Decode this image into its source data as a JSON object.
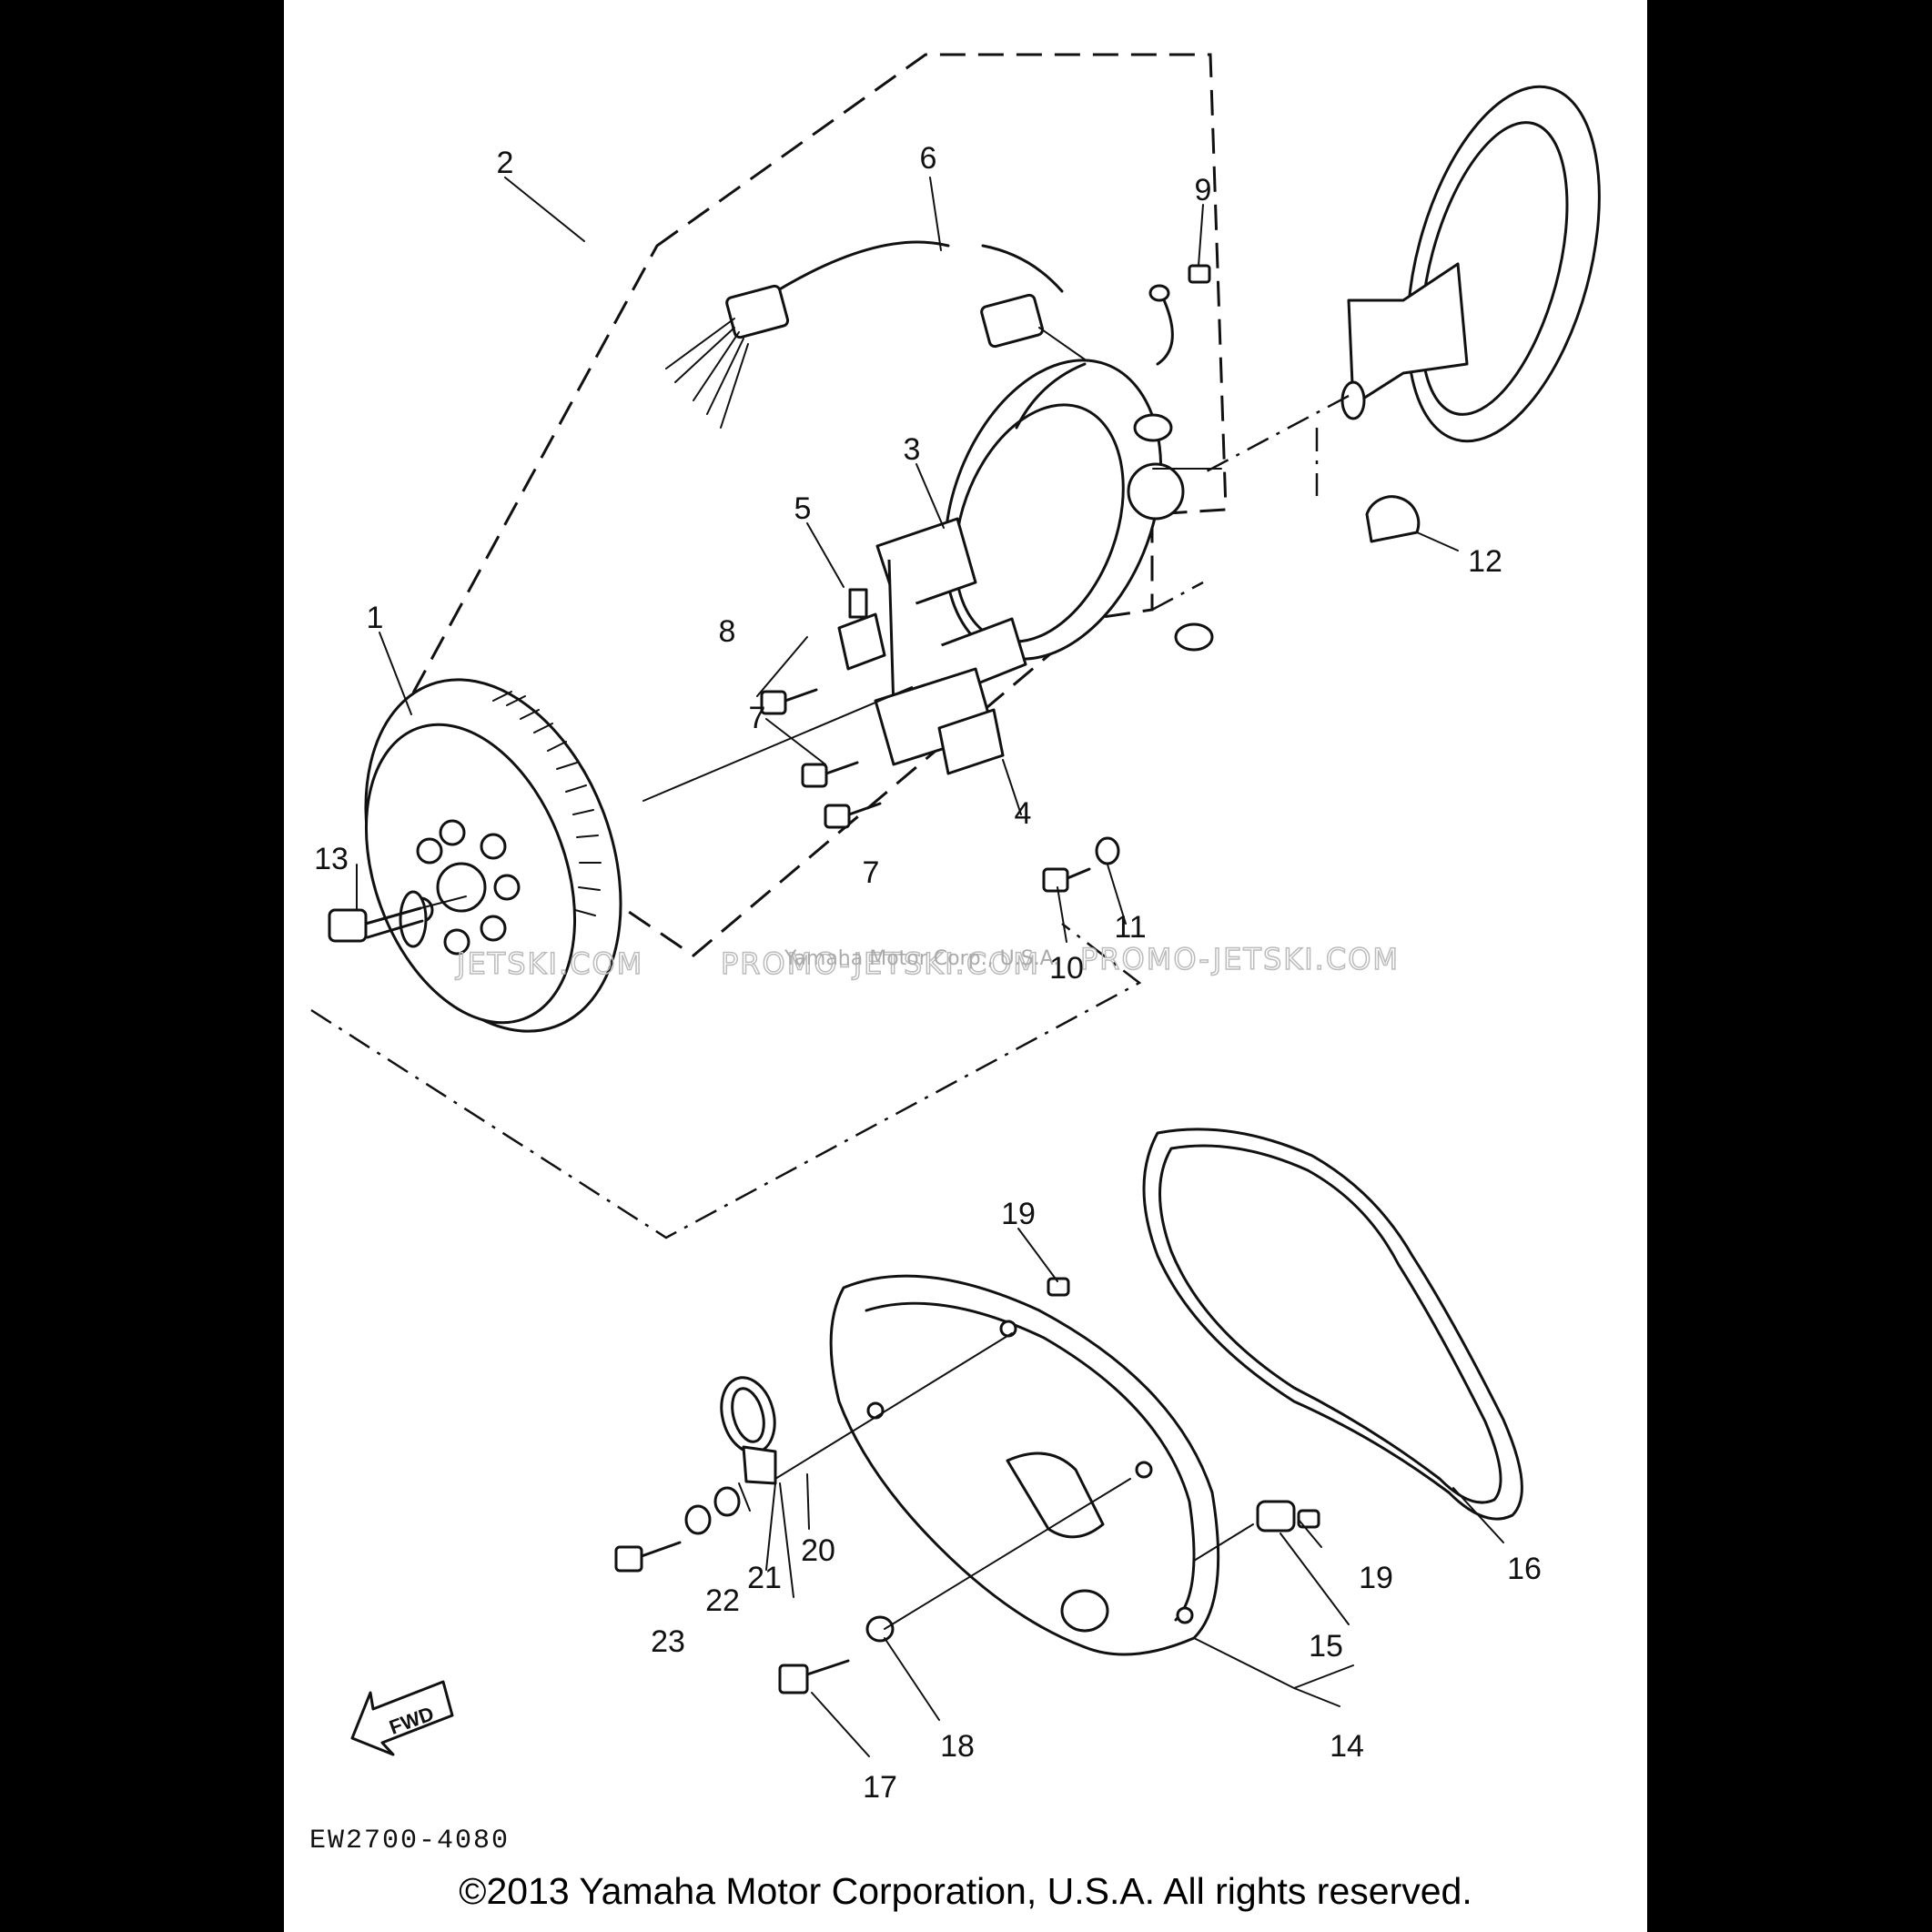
{
  "diagram": {
    "callouts": [
      {
        "id": "c1",
        "label": "1"
      },
      {
        "id": "c2",
        "label": "2"
      },
      {
        "id": "c3",
        "label": "3"
      },
      {
        "id": "c4",
        "label": "4"
      },
      {
        "id": "c5",
        "label": "5"
      },
      {
        "id": "c6",
        "label": "6"
      },
      {
        "id": "c7a",
        "label": "7"
      },
      {
        "id": "c7b",
        "label": "7"
      },
      {
        "id": "c8",
        "label": "8"
      },
      {
        "id": "c9",
        "label": "9"
      },
      {
        "id": "c10",
        "label": "10"
      },
      {
        "id": "c11",
        "label": "11"
      },
      {
        "id": "c12",
        "label": "12"
      },
      {
        "id": "c13",
        "label": "13"
      },
      {
        "id": "c14",
        "label": "14"
      },
      {
        "id": "c15",
        "label": "15"
      },
      {
        "id": "c16",
        "label": "16"
      },
      {
        "id": "c17",
        "label": "17"
      },
      {
        "id": "c18",
        "label": "18"
      },
      {
        "id": "c19a",
        "label": "19"
      },
      {
        "id": "c19b",
        "label": "19"
      },
      {
        "id": "c20",
        "label": "20"
      },
      {
        "id": "c21",
        "label": "21"
      },
      {
        "id": "c22",
        "label": "22"
      },
      {
        "id": "c23",
        "label": "23"
      }
    ],
    "fwd_label": "FWD",
    "figure_code": "EW2700-4080"
  },
  "watermark": {
    "text_left": "JETSKI.COM",
    "text_mid": "PROMO-JETSKI.COM",
    "text_right": "PROMO-JETSKI.COM",
    "overlay": "Yamaha Motor Corp., U.S.A."
  },
  "footer": {
    "copyright": "©2013 Yamaha Motor Corporation, U.S.A. All rights reserved."
  }
}
